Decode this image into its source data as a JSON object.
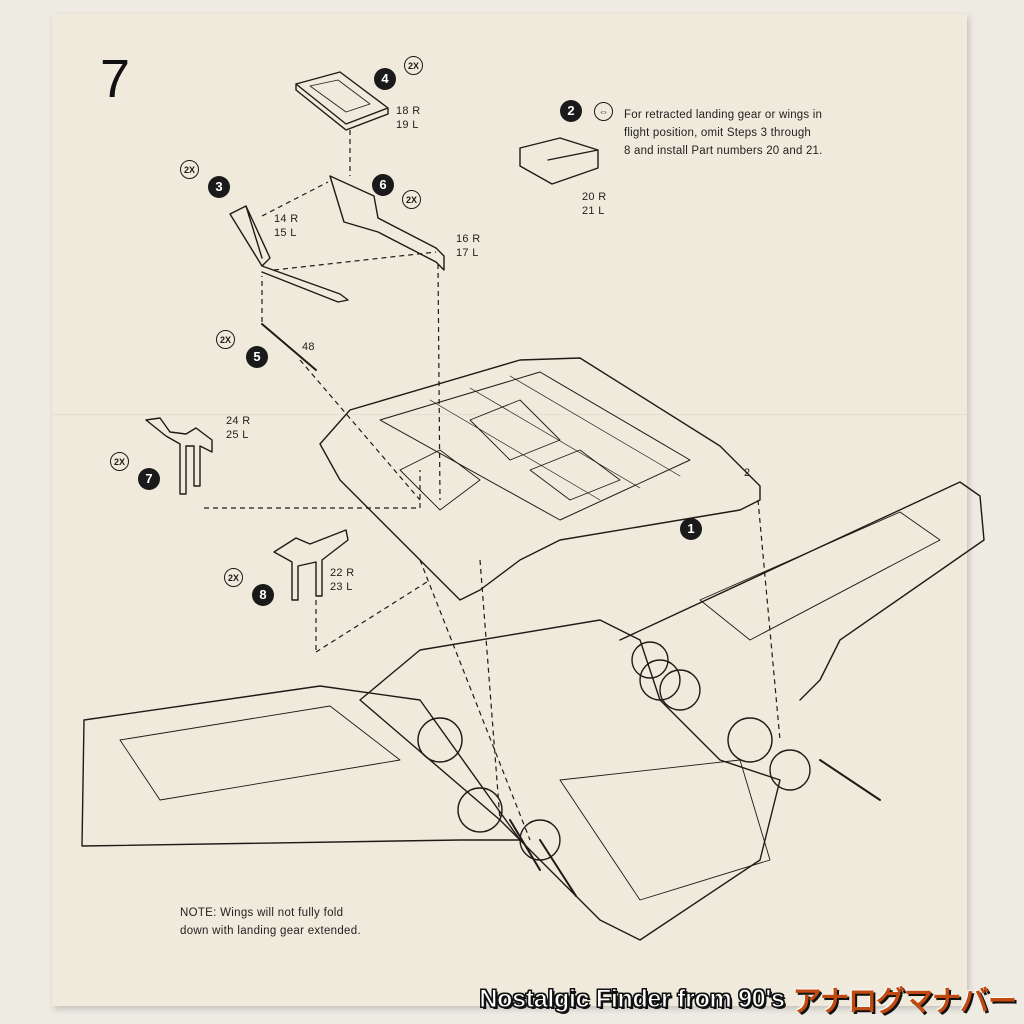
{
  "step": {
    "number": "7"
  },
  "info": {
    "callout": "2",
    "text": "For retracted landing gear or wings in flight position, omit Steps 3 through 8 and install Part numbers 20 and 21.",
    "line1": "For retracted landing gear or wings in",
    "line2": "flight position, omit Steps 3 through",
    "line3": "8 and install Part numbers 20 and 21."
  },
  "parts": [
    {
      "callout": "4",
      "qty": "2X",
      "labels": [
        "18 R",
        "19 L"
      ]
    },
    {
      "callout": "3",
      "qty": "2X",
      "labels": [
        "14 R",
        "15 L"
      ]
    },
    {
      "callout": "6",
      "qty": "2X",
      "labels": [
        "16 R",
        "17 L"
      ]
    },
    {
      "callout": "5",
      "qty": "2X",
      "labels": [
        "48"
      ]
    },
    {
      "callout": "7",
      "qty": "2X",
      "labels": [
        "24 R",
        "25 L"
      ]
    },
    {
      "callout": "8",
      "qty": "2X",
      "labels": [
        "22 R",
        "23 L"
      ]
    },
    {
      "callout": "1",
      "qty": "",
      "labels": [
        "2"
      ]
    },
    {
      "callout": "",
      "qty": "",
      "labels": [
        "20 R",
        "21 L"
      ]
    }
  ],
  "note": {
    "line1": "NOTE: Wings will not fully fold",
    "line2": "down with landing gear extended."
  },
  "watermark": {
    "text": "Nostalgic Finder from 90's",
    "logo": "アナログマナバー"
  }
}
